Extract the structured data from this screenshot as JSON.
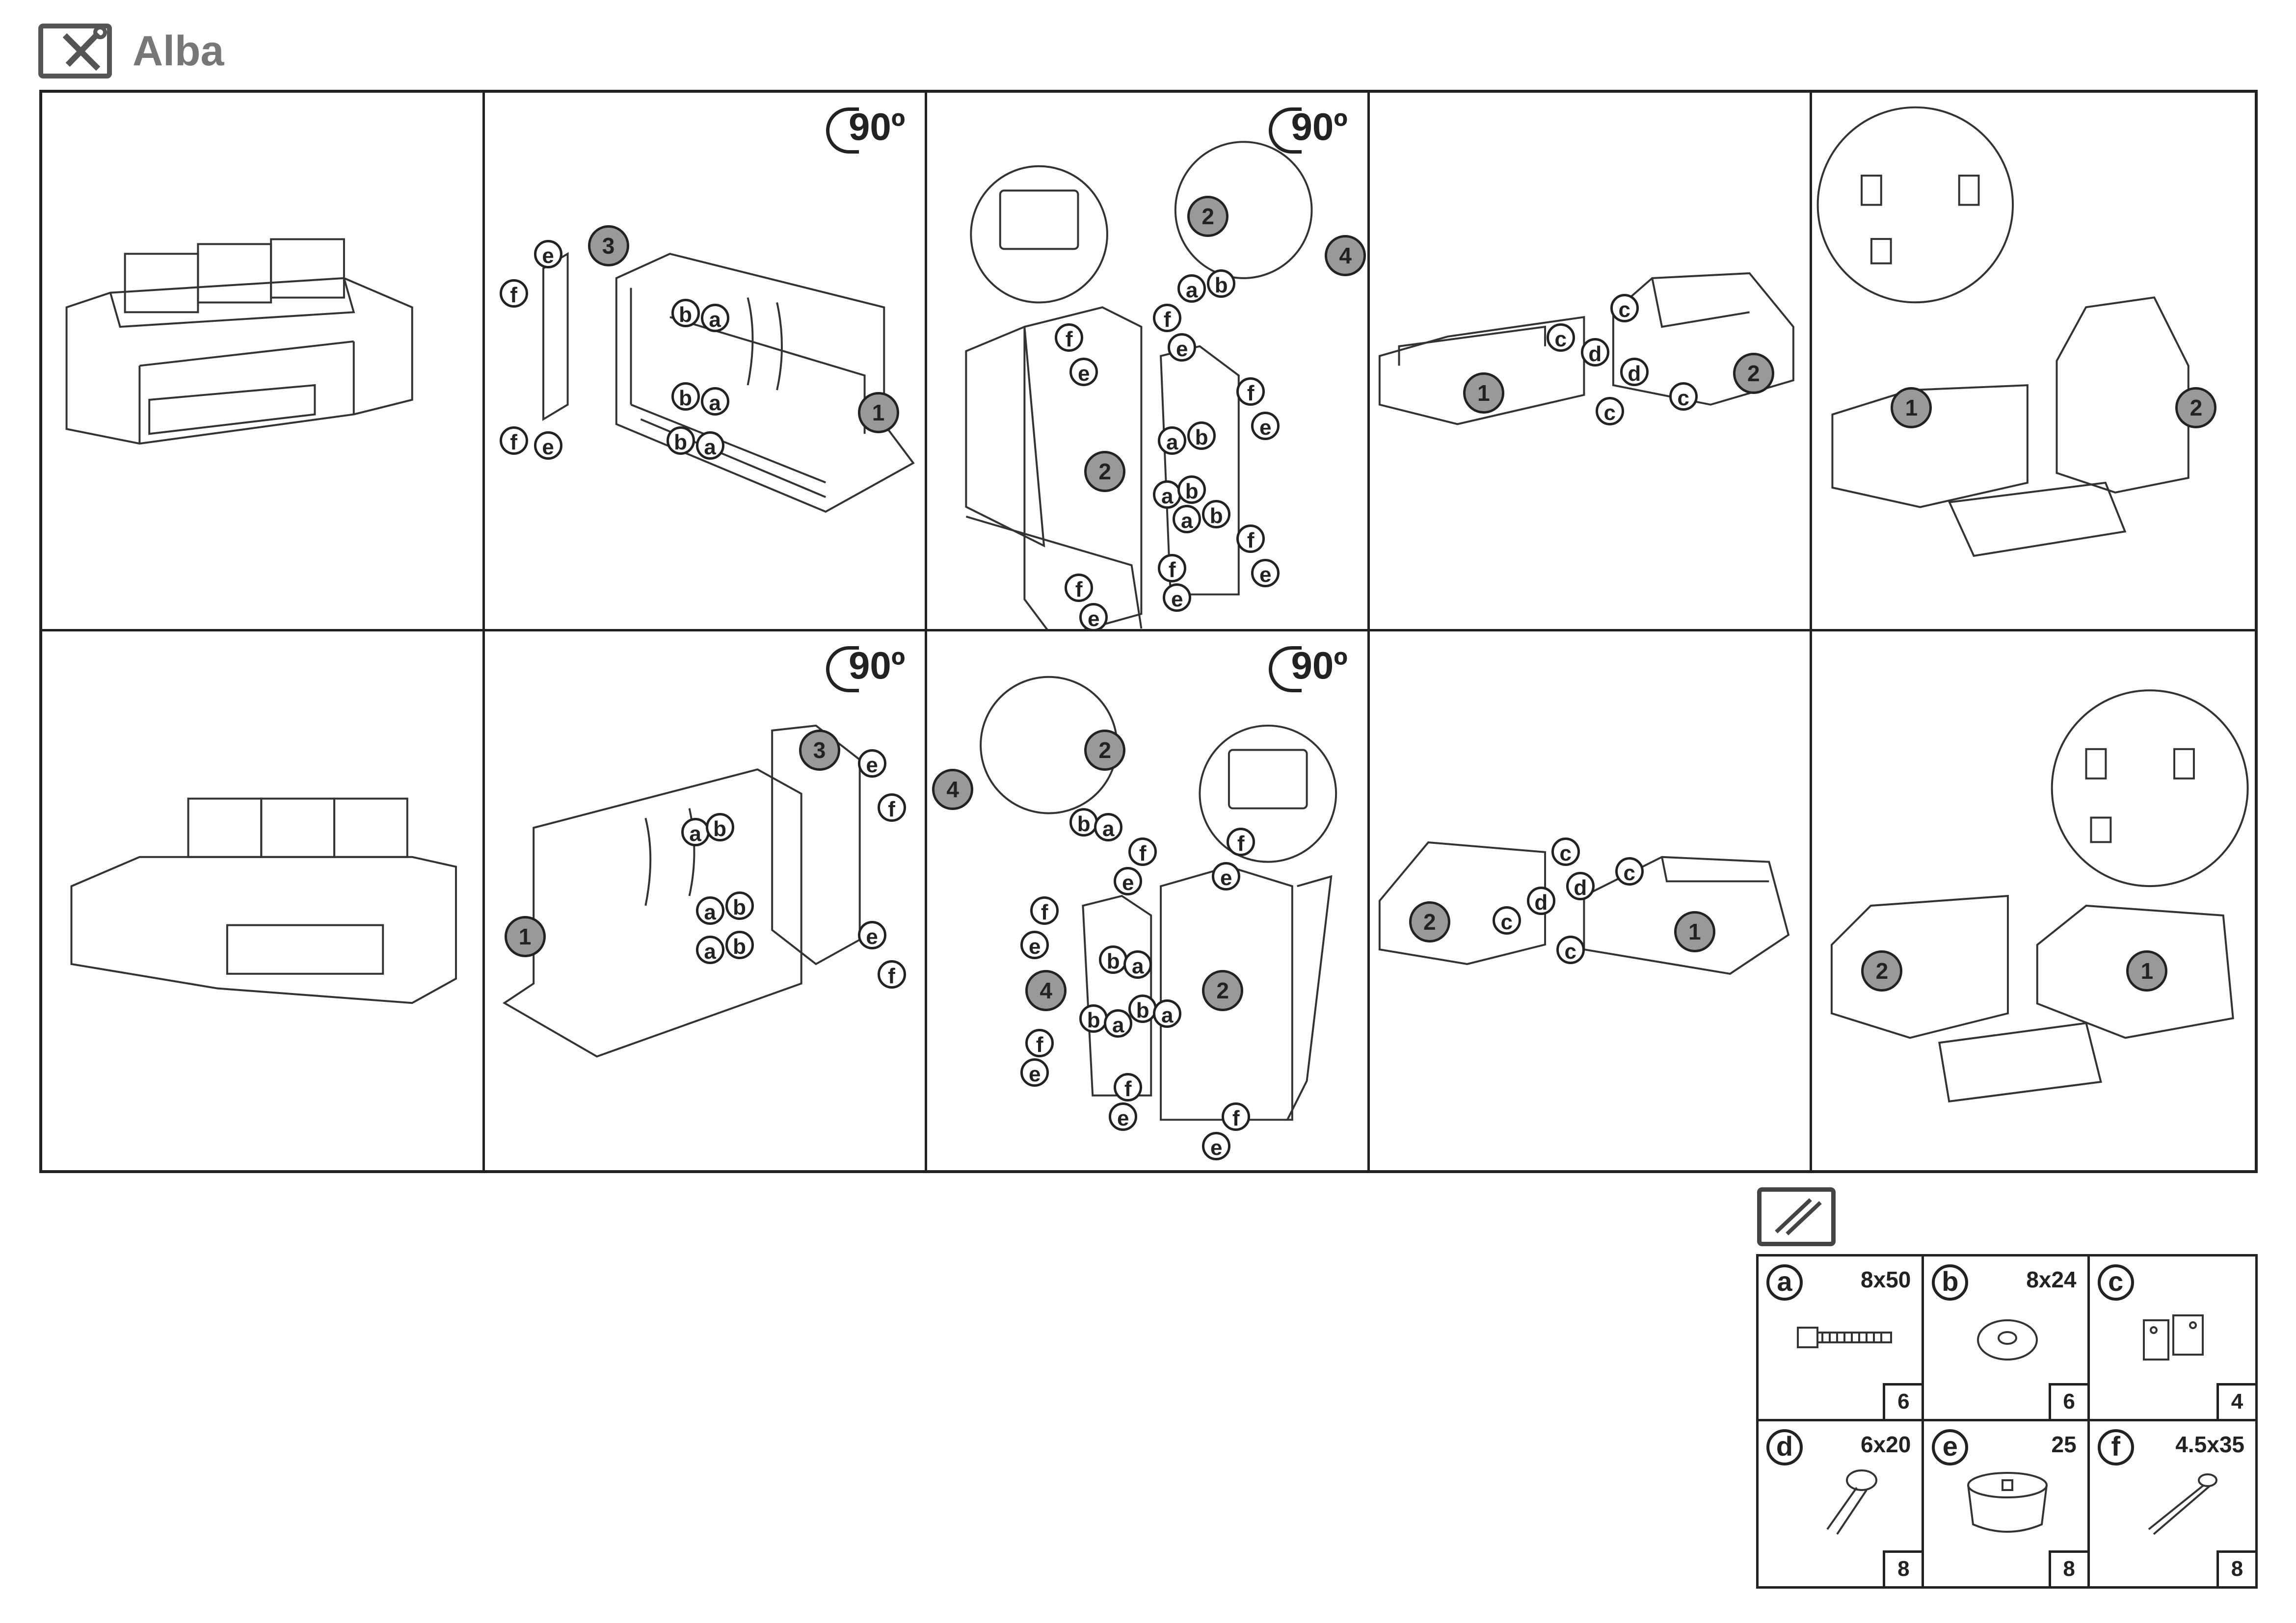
{
  "header": {
    "title": "Alba",
    "icon": "tools-icon"
  },
  "rotation_label": "90º",
  "steps_top": [
    {
      "labels": [],
      "parts": []
    },
    {
      "labels": [
        "e",
        "f",
        "f",
        "e",
        "b",
        "a",
        "b",
        "a",
        "b",
        "a"
      ],
      "parts": [
        "3",
        "1"
      ]
    },
    {
      "labels": [
        "f",
        "e",
        "f",
        "e",
        "a",
        "b",
        "f",
        "e",
        "a",
        "b",
        "a",
        "b",
        "a",
        "b",
        "f",
        "e",
        "f",
        "e",
        "f",
        "e"
      ],
      "parts": [
        "2",
        "4",
        "2"
      ]
    },
    {
      "labels": [
        "c",
        "d",
        "c",
        "d",
        "c",
        "c"
      ],
      "parts": [
        "1",
        "2"
      ]
    },
    {
      "labels": [],
      "parts": [
        "1",
        "2"
      ]
    }
  ],
  "steps_bottom": [
    {
      "labels": [],
      "parts": []
    },
    {
      "labels": [
        "a",
        "b",
        "a",
        "b",
        "a",
        "b",
        "e",
        "f",
        "e",
        "f"
      ],
      "parts": [
        "3",
        "1"
      ]
    },
    {
      "labels": [
        "b",
        "a",
        "f",
        "e",
        "f",
        "e",
        "b",
        "a",
        "b",
        "a",
        "b",
        "a",
        "f",
        "e",
        "f",
        "e",
        "f",
        "e",
        "f",
        "e"
      ],
      "parts": [
        "2",
        "4",
        "4",
        "2"
      ]
    },
    {
      "labels": [
        "c",
        "d",
        "c",
        "d",
        "c",
        "c"
      ],
      "parts": [
        "2",
        "1"
      ]
    },
    {
      "labels": [],
      "parts": [
        "2",
        "1"
      ]
    }
  ],
  "hardware": [
    {
      "letter": "a",
      "size": "8x50",
      "qty": "6",
      "icon": "bolt-icon"
    },
    {
      "letter": "b",
      "size": "8x24",
      "qty": "6",
      "icon": "washer-icon"
    },
    {
      "letter": "c",
      "size": "",
      "qty": "4",
      "icon": "bracket-icon"
    },
    {
      "letter": "d",
      "size": "6x20",
      "qty": "8",
      "icon": "screw-icon"
    },
    {
      "letter": "e",
      "size": "25",
      "qty": "8",
      "icon": "foot-icon"
    },
    {
      "letter": "f",
      "size": "4.5x35",
      "qty": "8",
      "icon": "wood-screw-icon"
    }
  ]
}
